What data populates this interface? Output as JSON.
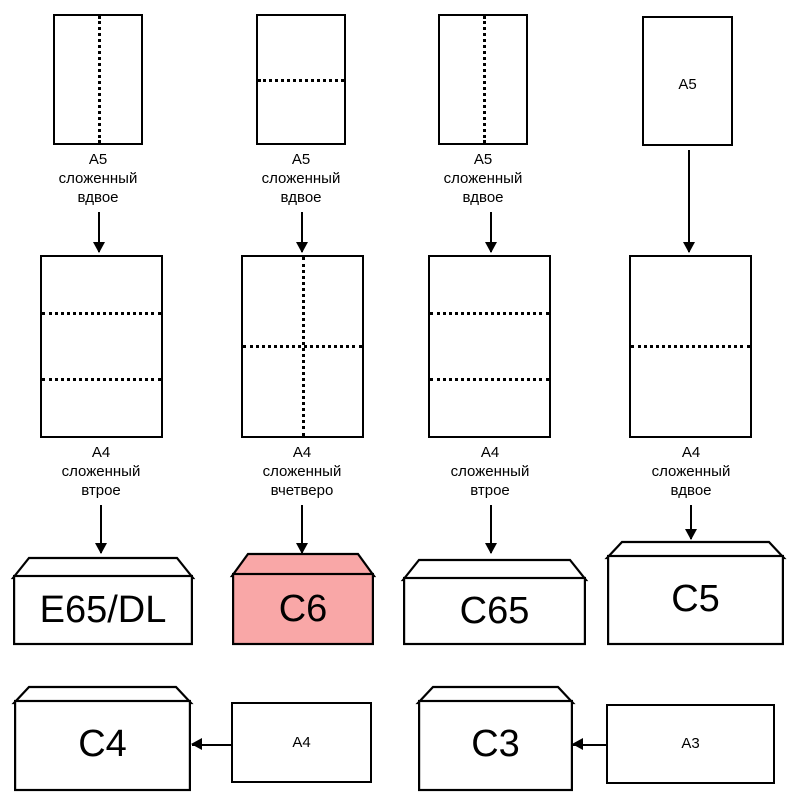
{
  "diagram": {
    "title": "Envelope and paper folding sizes",
    "language": "ru",
    "highlight_color": "#f9a7a7",
    "line_color": "#000000",
    "background": "#ffffff"
  },
  "columns": [
    {
      "id": "col-1",
      "top": {
        "sheet_label": "A5",
        "caption": "A5\nсложенный\nвдвое",
        "folds": "vertical-center"
      },
      "middle": {
        "caption": "A4\nсложенный\nвтрое",
        "folds": "two-horizontal-thirds"
      },
      "envelope": {
        "label": "E65/DL",
        "filled": false
      }
    },
    {
      "id": "col-2",
      "top": {
        "sheet_label": "A5",
        "caption": "A5\nсложенный\nвдвое",
        "folds": "horizontal-center"
      },
      "middle": {
        "caption": "A4\nсложенный\nвчетверо",
        "folds": "cross-center"
      },
      "envelope": {
        "label": "C6",
        "filled": true
      }
    },
    {
      "id": "col-3",
      "top": {
        "sheet_label": "A5",
        "caption": "A5\nсложенный\nвдвое",
        "folds": "vertical-center"
      },
      "middle": {
        "caption": "A4\nсложенный\nвтрое",
        "folds": "two-horizontal-thirds"
      },
      "envelope": {
        "label": "C65",
        "filled": false
      }
    },
    {
      "id": "col-4",
      "top": {
        "sheet_label": "A5",
        "caption": "",
        "folds": "none",
        "inner_text": "A5"
      },
      "middle": {
        "caption": "A4\nсложенный\nвдвое",
        "folds": "horizontal-center"
      },
      "envelope": {
        "label": "C5",
        "filled": false
      }
    }
  ],
  "bottom_row": [
    {
      "envelope_label": "C4",
      "source_sheet_label": "A4",
      "relation": "arrow-left"
    },
    {
      "envelope_label": "C3",
      "source_sheet_label": "A3",
      "relation": "arrow-left"
    }
  ]
}
